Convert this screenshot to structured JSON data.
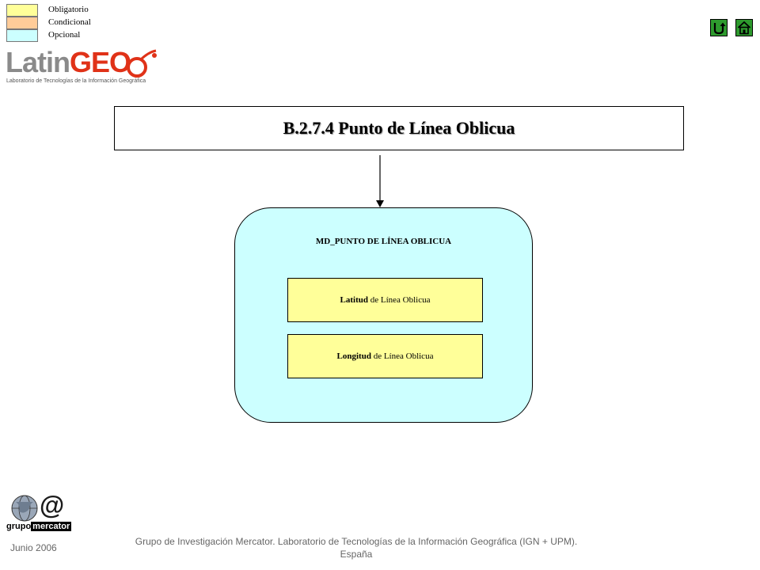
{
  "legend": {
    "items": [
      {
        "label": "Obligatorio",
        "color": "#ffff99"
      },
      {
        "label": "Condicional",
        "color": "#ffcc99"
      },
      {
        "label": "Opcional",
        "color": "#ccffff"
      }
    ]
  },
  "nav": {
    "back_icon": "return-arrow-icon",
    "home_icon": "home-icon",
    "button_color": "#2e9a2e"
  },
  "logo": {
    "word_latin": "Latin",
    "word_geo": "GEO",
    "subtitle": "Laboratorio de Tecnologías de la Información Geográfica"
  },
  "title": "B.2.7.4 Punto de Línea Oblicua",
  "class_box": {
    "name": "MD_PUNTO  DE  LÍNEA OBLICUA",
    "fill": "#ccffff",
    "attributes": [
      {
        "bold": "Latitud",
        "rest": " de Línea Oblicua",
        "fill": "#ffff99"
      },
      {
        "bold": "Longitud",
        "rest": " de Línea Oblicua",
        "fill": "#ffff99"
      }
    ]
  },
  "mercator": {
    "at": "@",
    "grupo": "grupo",
    "mercator": "mercator"
  },
  "footer": {
    "date": "Junio 2006",
    "line1": "Grupo de Investigación Mercator. Laboratorio de Tecnologías de la Información Geográfica (IGN + UPM).",
    "line2": "España"
  }
}
